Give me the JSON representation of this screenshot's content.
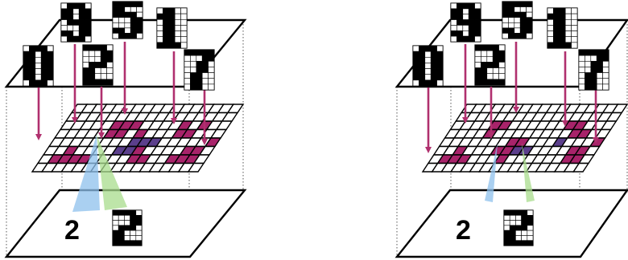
{
  "colors": {
    "arrow": "#b0306e",
    "grid_cell": "#ffffff",
    "grid_line": "#000000",
    "highlight_a": "#a8236a",
    "highlight_b": "#5b3f8c",
    "cone_blue": "#8ec0ec",
    "cone_green": "#a8dc8c",
    "digit_ink": "#000000"
  },
  "panels": [
    {
      "id": "left",
      "decoded_label": "2",
      "decoded_glyph": "2",
      "cone_spread": "wide",
      "input_digits": [
        "0",
        "9",
        "5",
        "1",
        "2",
        "7"
      ]
    },
    {
      "id": "right",
      "decoded_label": "2",
      "decoded_glyph": "2",
      "cone_spread": "narrow",
      "input_digits": [
        "0",
        "9",
        "5",
        "1",
        "2",
        "7"
      ]
    }
  ]
}
